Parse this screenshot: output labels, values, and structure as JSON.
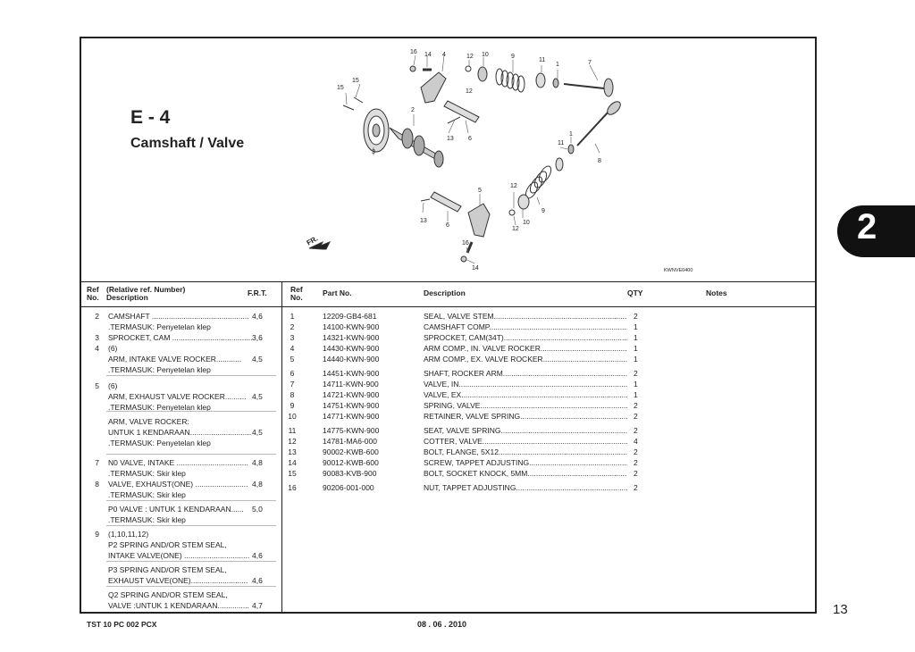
{
  "section": {
    "code": "E - 4",
    "title": "Camshaft / Valve"
  },
  "diagram": {
    "code": "KWNVE0400",
    "fr_mark": "FR.",
    "callouts": [
      "16",
      "14",
      "4",
      "12",
      "10",
      "9",
      "11",
      "1",
      "7",
      "15",
      "15",
      "2",
      "12",
      "13",
      "6",
      "3",
      "1",
      "11",
      "8",
      "5",
      "12",
      "13",
      "6",
      "9",
      "10",
      "12",
      "16",
      "14"
    ]
  },
  "left_header": {
    "ref": "Ref No.",
    "description": "(Relative ref. Number) Description",
    "frt": "F.R.T."
  },
  "right_header": {
    "ref": "Ref No.",
    "part_no": "Part No.",
    "description": "Description",
    "qty": "QTY",
    "notes": "Notes"
  },
  "left_rows": [
    {
      "num": "2",
      "text": "CAMSHAFT ..............................................",
      "frt": "4,6"
    },
    {
      "num": "",
      "text": ".TERMASUK: Penyetelan klep",
      "frt": ""
    },
    {
      "num": "3",
      "text": "SPROCKET, CAM ......................................",
      "frt": "3,6"
    },
    {
      "num": "4",
      "text": "(6)",
      "frt": ""
    },
    {
      "num": "",
      "text": "ARM, INTAKE VALVE ROCKER............",
      "frt": "4,5"
    },
    {
      "num": "",
      "text": ".TERMASUK: Penyetelan klep",
      "frt": ""
    },
    {
      "num": "5",
      "text": "(6)",
      "frt": ""
    },
    {
      "num": "",
      "text": "ARM, EXHAUST VALVE ROCKER..........",
      "frt": "4,5"
    },
    {
      "num": "",
      "text": ".TERMASUK: Penyetelan klep",
      "frt": ""
    },
    {
      "num": "",
      "text": "ARM, VALVE ROCKER:",
      "frt": ""
    },
    {
      "num": "",
      "text": "UNTUK 1 KENDARAAN..............................",
      "frt": "4,5"
    },
    {
      "num": "",
      "text": ".TERMASUK: Penyetelan klep",
      "frt": ""
    },
    {
      "num": "7",
      "text": "N0 VALVE, INTAKE ..................................",
      "frt": "4,8"
    },
    {
      "num": "",
      "text": ".TERMASUK: Skir klep",
      "frt": ""
    },
    {
      "num": "8",
      "text": "VALVE, EXHAUST(ONE) .........................",
      "frt": "4,8"
    },
    {
      "num": "",
      "text": ".TERMASUK: Skir klep",
      "frt": ""
    },
    {
      "num": "",
      "text": "P0 VALVE : UNTUK 1 KENDARAAN......",
      "frt": "5,0"
    },
    {
      "num": "",
      "text": ".TERMASUK: Skir klep",
      "frt": ""
    },
    {
      "num": "9",
      "text": "(1,10,11,12)",
      "frt": ""
    },
    {
      "num": "",
      "text": "P2 SPRING AND/OR STEM SEAL,",
      "frt": ""
    },
    {
      "num": "",
      "text": "INTAKE VALVE(ONE) ...............................",
      "frt": "4,6"
    },
    {
      "num": "",
      "text": "P3 SPRING AND/OR STEM SEAL,",
      "frt": ""
    },
    {
      "num": "",
      "text": "EXHAUST VALVE(ONE)...........................",
      "frt": "4,6"
    },
    {
      "num": "",
      "text": "Q2 SPRING AND/OR STEM SEAL,",
      "frt": ""
    },
    {
      "num": "",
      "text": "VALVE :UNTUK 1 KENDARAAN...............",
      "frt": "4,7"
    }
  ],
  "parts": [
    {
      "ref": "1",
      "part_no": "12209-GB4-681",
      "description": "SEAL, VALVE STEM.................................................................",
      "qty": "2"
    },
    {
      "ref": "2",
      "part_no": "14100-KWN-900",
      "description": "CAMSHAFT COMP.....................................................................",
      "qty": "1"
    },
    {
      "ref": "3",
      "part_no": "14321-KWN-900",
      "description": "SPROCKET, CAM(34T)...............................................................",
      "qty": "1"
    },
    {
      "ref": "4",
      "part_no": "14430-KWN-900",
      "description": "ARM COMP., IN. VALVE ROCKER................................................",
      "qty": "1"
    },
    {
      "ref": "5",
      "part_no": "14440-KWN-900",
      "description": "ARM COMP., EX. VALVE ROCKER................................................",
      "qty": "1"
    },
    {
      "ref": "6",
      "part_no": "14451-KWN-900",
      "description": "SHAFT, ROCKER ARM..............................................................",
      "qty": "2"
    },
    {
      "ref": "7",
      "part_no": "14711-KWN-900",
      "description": "VALVE, IN.....................................................................................",
      "qty": "1"
    },
    {
      "ref": "8",
      "part_no": "14721-KWN-900",
      "description": "VALVE, EX....................................................................................",
      "qty": "1"
    },
    {
      "ref": "9",
      "part_no": "14751-KWN-900",
      "description": "SPRING, VALVE.......................................................................",
      "qty": "2"
    },
    {
      "ref": "10",
      "part_no": "14771-KWN-900",
      "description": "RETAINER, VALVE SPRING.........................................................",
      "qty": "2"
    },
    {
      "ref": "11",
      "part_no": "14775-KWN-900",
      "description": "SEAT, VALVE SPRING................................................................",
      "qty": "2"
    },
    {
      "ref": "12",
      "part_no": "14781-MA6-000",
      "description": "COTTER, VALVE.......................................................................",
      "qty": "4"
    },
    {
      "ref": "13",
      "part_no": "90002-KWB-600",
      "description": "BOLT, FLANGE, 5X12.................................................................",
      "qty": "2"
    },
    {
      "ref": "14",
      "part_no": "90012-KWB-600",
      "description": "SCREW, TAPPET ADJUSTING.......................................................",
      "qty": "2"
    },
    {
      "ref": "15",
      "part_no": "90083-KVB-900",
      "description": "BOLT, SOCKET KNOCK, 5MM.......................................................",
      "qty": "2"
    },
    {
      "ref": "16",
      "part_no": "90206-001-000",
      "description": "NUT, TAPPET ADJUSTING...........................................................",
      "qty": "2"
    }
  ],
  "footer": {
    "doc_code": "TST 10 PC 002 PCX",
    "date": "08 . 06 . 2010"
  },
  "chapter_tab": "2",
  "page_number": "13"
}
